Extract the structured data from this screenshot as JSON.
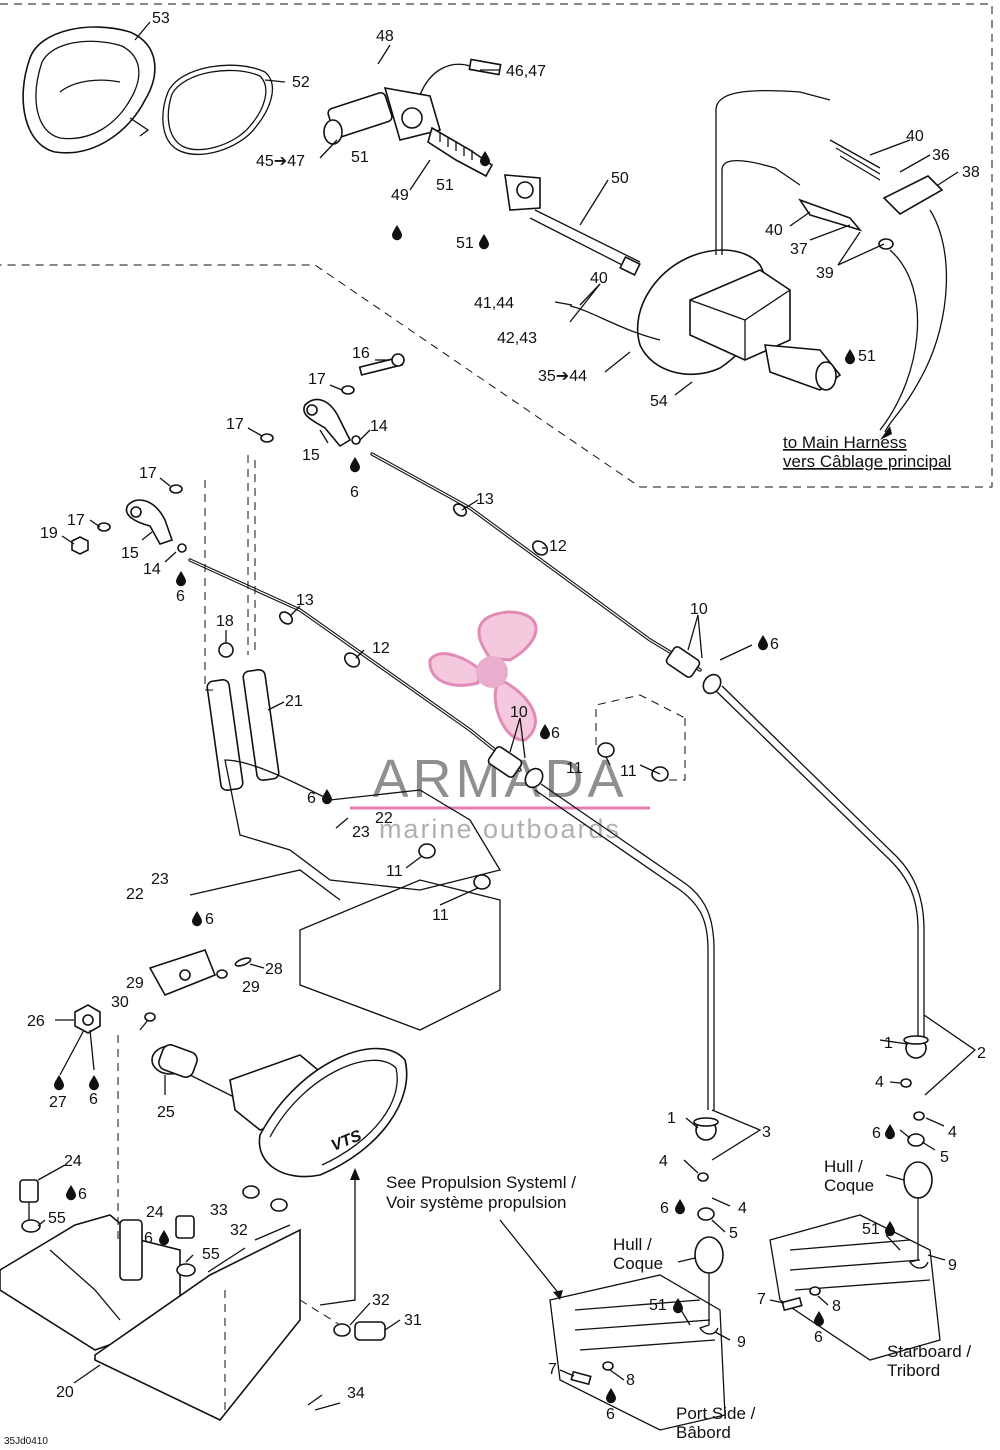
{
  "figure_code": "35Jd0410",
  "watermark": {
    "brand": "ARMADA",
    "tagline": "marine outboards",
    "logo_color": "#e7a6c8",
    "text_color": "#8f8f8f"
  },
  "icons": {
    "lubricant": "oil-drop-icon",
    "direction": "arrow-icon"
  },
  "notes": {
    "main_harness_en": "to Main Harness",
    "main_harness_fr": "vers Câblage principal",
    "propulsion_en": "See Propulsion Systeml /",
    "propulsion_fr": "Voir système propulsion",
    "hull_1_line1": "Hull /",
    "hull_1_line2": "Coque",
    "hull_2_line1": "Hull /",
    "hull_2_line2": "Coque",
    "port_line1": "Port Side /",
    "port_line2": "Bâbord",
    "starboard_line1": "Starboard /",
    "starboard_line2": "Tribord",
    "vts_badge": "VTS"
  },
  "callouts": {
    "c53": "53",
    "c52": "52",
    "c48": "48",
    "c4647": "46,47",
    "c4547": "45➔47",
    "c51a": "51",
    "c49": "49",
    "c51b": "51",
    "c50": "50",
    "c51c": "51",
    "c40a": "40",
    "c36": "36",
    "c38": "38",
    "c40b": "40",
    "c37": "37",
    "c39": "39",
    "c4144": "41,44",
    "c40c": "40",
    "c4243": "42,43",
    "c3544": "35➔44",
    "c54": "54",
    "c51d": "51",
    "c16": "16",
    "c17a": "17",
    "c17b": "17",
    "c14a": "14",
    "c15a": "15",
    "c6a": "6",
    "c17c": "17",
    "c13a": "13",
    "c12a": "12",
    "c19": "19",
    "c17d": "17",
    "c15b": "15",
    "c14b": "14",
    "c6b": "6",
    "c13b": "13",
    "c18": "18",
    "c12b": "12",
    "c10a": "10",
    "c6c": "6",
    "c21": "21",
    "c10b": "10",
    "c6d": "6",
    "c11a": "11",
    "c11b": "11",
    "c6e": "6",
    "c22a": "22",
    "c23a": "23",
    "c11c": "11",
    "c23b": "23",
    "c22b": "22",
    "c6f": "6",
    "c11d": "11",
    "c28": "28",
    "c29a": "29",
    "c29b": "29",
    "c30": "30",
    "c26": "26",
    "c27": "27",
    "c6g": "6",
    "c25": "25",
    "c1a": "1",
    "c2": "2",
    "c4a": "4",
    "c6h": "6",
    "c4b": "4",
    "c5a": "5",
    "c1b": "1",
    "c3": "3",
    "c4c": "4",
    "c6i": "6",
    "c4d": "4",
    "c5b": "5",
    "c24a": "24",
    "c6j": "6",
    "c55a": "55",
    "c24b": "24",
    "c6k": "6",
    "c55b": "55",
    "c33": "33",
    "c32a": "32",
    "c51e": "51",
    "c9a": "9",
    "c51f": "51",
    "c9b": "9",
    "c7a": "7",
    "c8a": "8",
    "c6l": "6",
    "c32b": "32",
    "c31": "31",
    "c7b": "7",
    "c8b": "8",
    "c6m": "6",
    "c20": "20",
    "c34": "34"
  }
}
